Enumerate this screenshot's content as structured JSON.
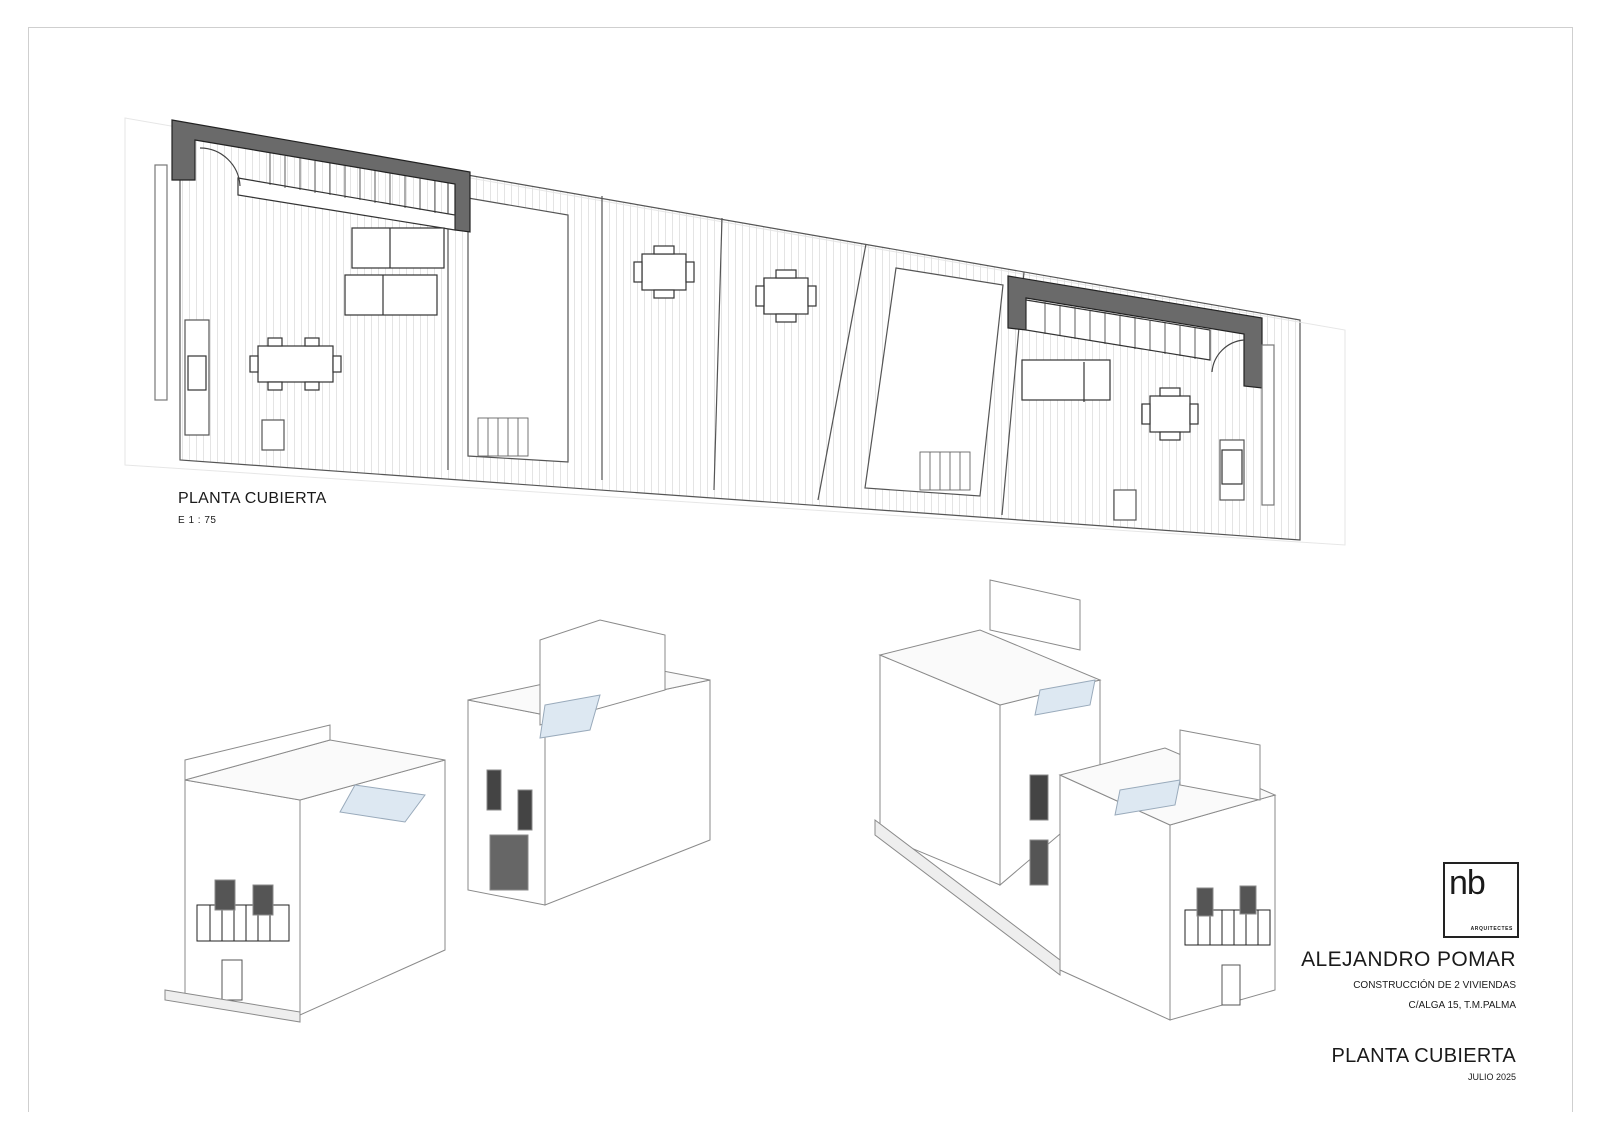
{
  "plan": {
    "title": "PLANTA CUBIERTA",
    "scale": "E 1 : 75"
  },
  "title_block": {
    "logo_mark": "nb",
    "logo_sub": "ARQUITECTES",
    "architect": "ALEJANDRO POMAR",
    "project": "CONSTRUCCIÓN DE 2 VIVIENDAS",
    "address": "C/ALGA 15, T.M.PALMA",
    "sheet_title": "PLANTA CUBIERTA",
    "date": "JULIO 2025"
  }
}
